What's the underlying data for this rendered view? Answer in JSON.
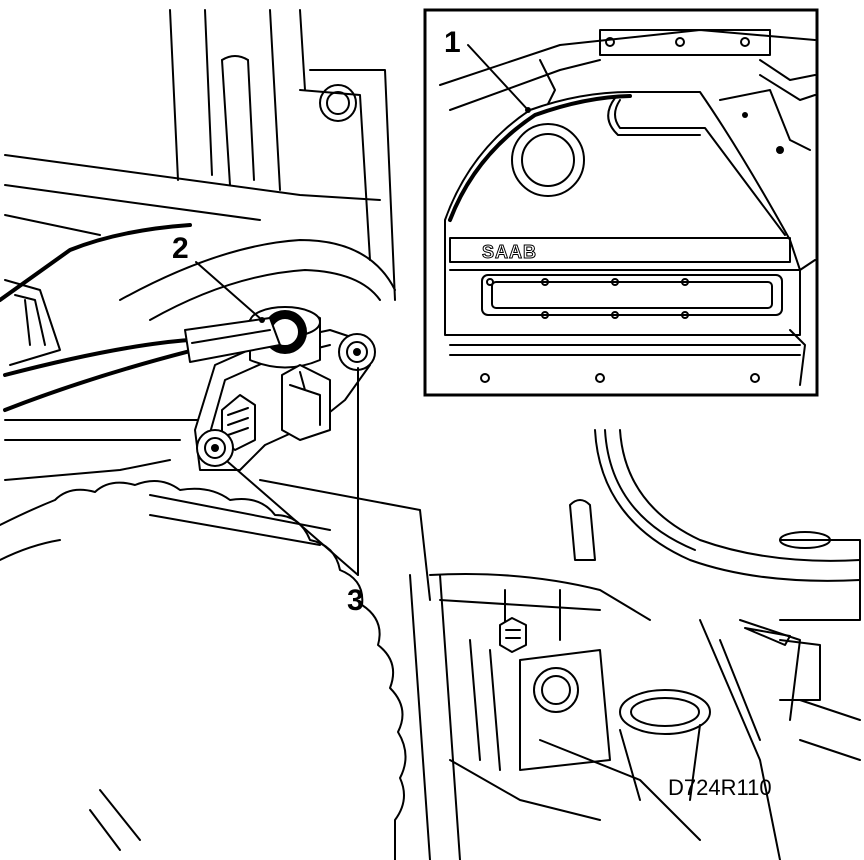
{
  "callouts": {
    "label_1": "1",
    "label_2": "2",
    "label_3": "3"
  },
  "inset": {
    "brand_text": "SAAB"
  },
  "figure_ref": "D724R110"
}
